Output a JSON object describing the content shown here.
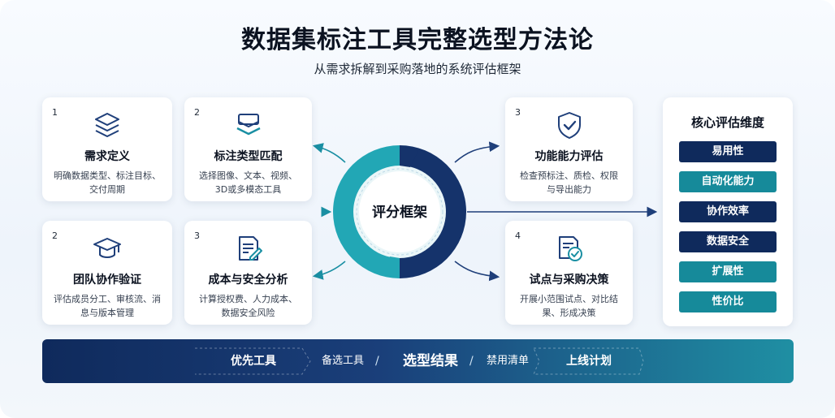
{
  "title": "数据集标注工具完整选型方法论",
  "subtitle": "从需求拆解到采购落地的系统评估框架",
  "hub": {
    "label": "评分框架"
  },
  "steps_left": [
    {
      "num": "1",
      "title": "需求定义",
      "desc": "明确数据类型、标注目标、交付周期",
      "icon": "layers-icon"
    },
    {
      "num": "2",
      "title": "团队协作验证",
      "desc": "评估成员分工、审核流、消息与版本管理",
      "icon": "graduation-cap-icon"
    }
  ],
  "steps_mid": [
    {
      "num": "2",
      "title": "标注类型匹配",
      "desc": "选择图像、文本、视频、3D或多模态工具",
      "icon": "stack-icon"
    },
    {
      "num": "3",
      "title": "成本与安全分析",
      "desc": "计算授权费、人力成本、数据安全风险",
      "icon": "document-edit-icon"
    }
  ],
  "steps_right": [
    {
      "num": "3",
      "title": "功能能力评估",
      "desc": "检查预标注、质检、权限与导出能力",
      "icon": "shield-check-icon"
    },
    {
      "num": "4",
      "title": "试点与采购决策",
      "desc": "开展小范围试点、对比结果、形成决策",
      "icon": "document-check-icon"
    }
  ],
  "dimensions": {
    "title": "核心评估维度",
    "items": [
      "易用性",
      "自动化能力",
      "协作效率",
      "数据安全",
      "扩展性",
      "性价比"
    ],
    "colors": [
      "#0f2a5c",
      "#168a9a",
      "#0f2a5c",
      "#0f2a5c",
      "#168a9a",
      "#168a9a"
    ]
  },
  "results": {
    "items": [
      "优先工具",
      "备选工具",
      "选型结果",
      "禁用清单",
      "上线计划"
    ],
    "separator": "/"
  },
  "colors": {
    "navy": "#0f2a5c",
    "teal": "#1a9fb0",
    "accent": "#1f3f7a"
  }
}
